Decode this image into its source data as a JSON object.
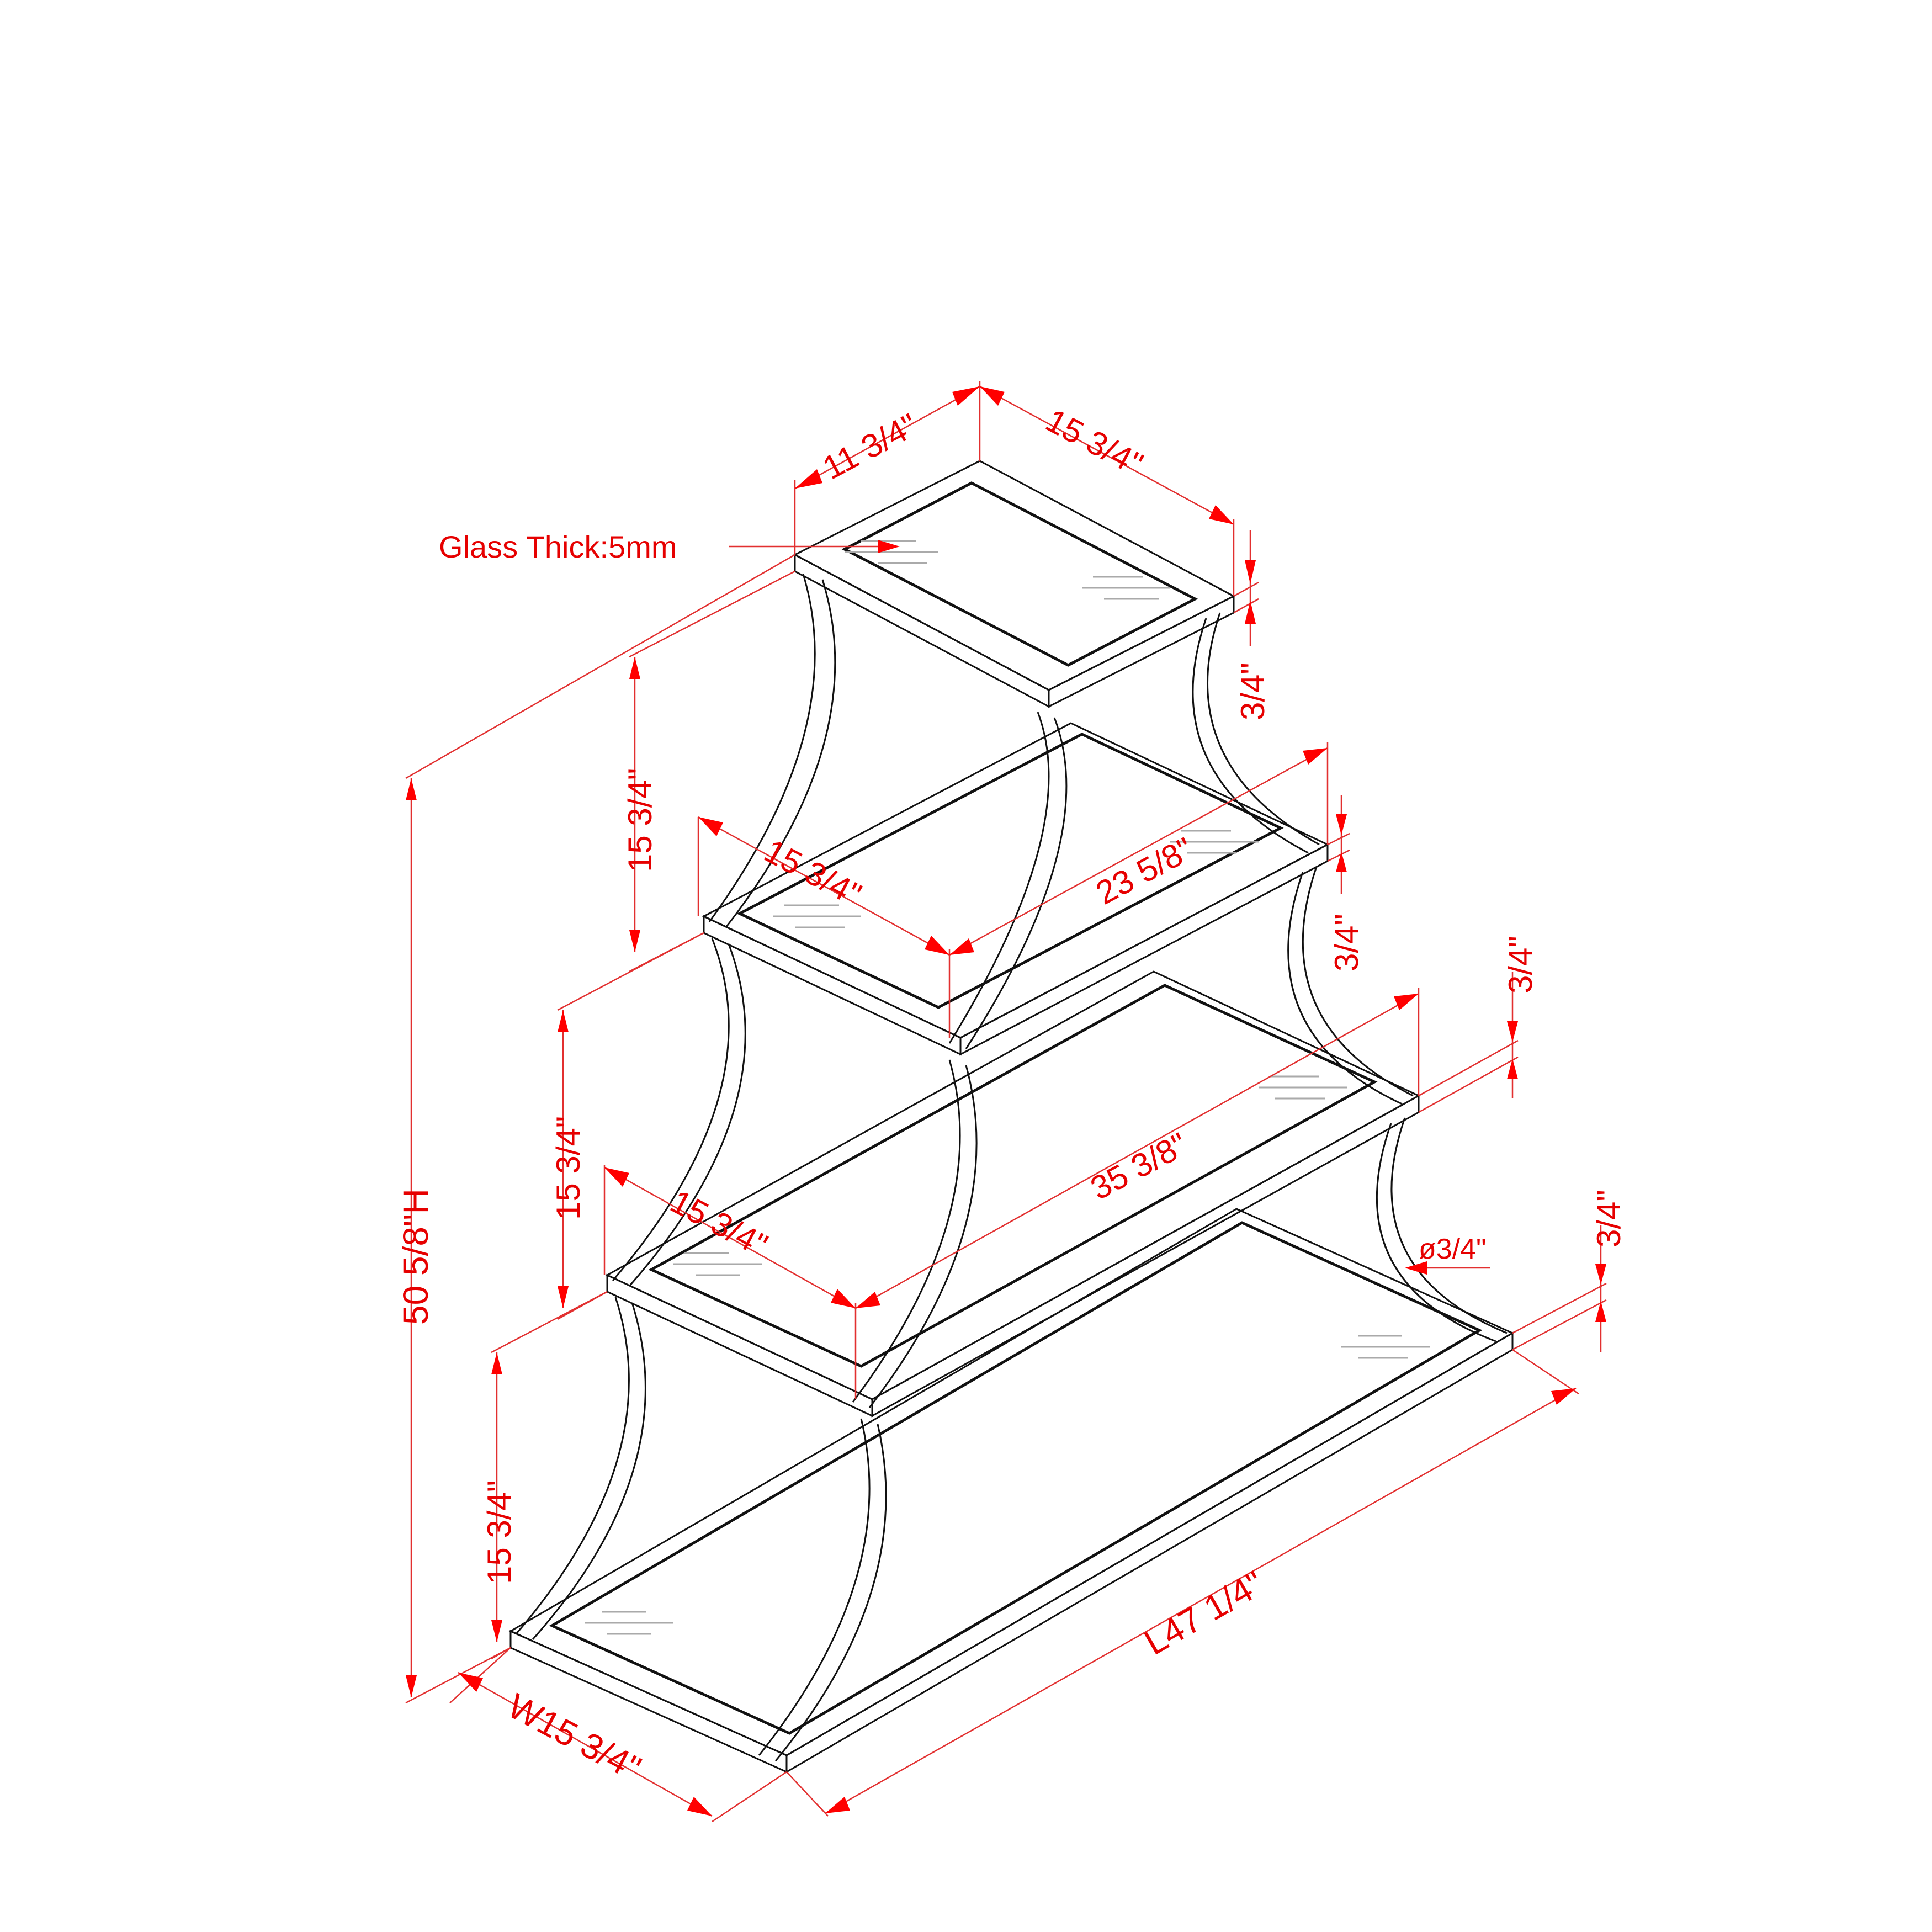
{
  "drawing": {
    "title": "4-tier stepped glass shelf - isometric dimension drawing",
    "colors": {
      "dimension": "#ff0000",
      "line": "#111111",
      "background": "#ffffff",
      "glare": "#aaaaaa"
    },
    "note": {
      "glass_thickness": "Glass Thick:5mm"
    },
    "overall": {
      "height": "50 5/8\"H",
      "width": "W15 3/4\"",
      "length": "L47 1/4\""
    },
    "tiers": [
      {
        "name": "top",
        "depth": "11 3/4\"",
        "length": "15 3/4\"",
        "frame_thickness": "3/4\""
      },
      {
        "name": "second",
        "depth": "15 3/4\"",
        "length": "23 5/8\"",
        "frame_thickness": "3/4\"",
        "spacing_above": "15 3/4\""
      },
      {
        "name": "third",
        "depth": "15 3/4\"",
        "length": "35 3/8\"",
        "frame_thickness": "3/4\"",
        "spacing_above": "15 3/4\""
      },
      {
        "name": "bottom",
        "depth": "W15 3/4\"",
        "length": "L47 1/4\"",
        "frame_thickness": "3/4\"",
        "spacing_above": "15 3/4\""
      }
    ],
    "tube_diameter": "ø3/4\""
  }
}
